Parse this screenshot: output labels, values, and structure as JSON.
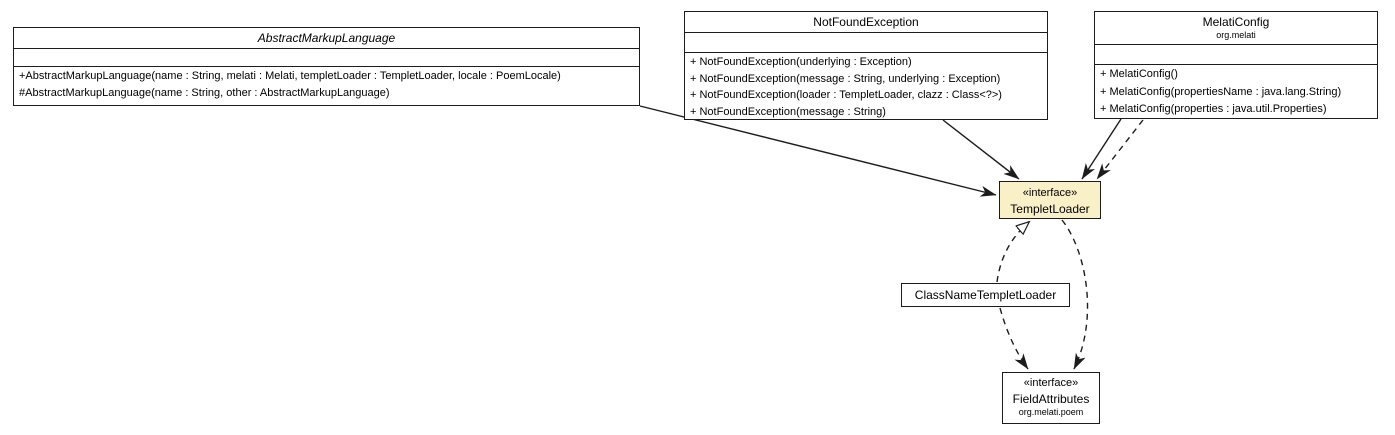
{
  "diagram": {
    "kind": "uml-class-diagram",
    "colors": {
      "background": "#ffffff",
      "box_fill": "#ffffff",
      "highlight_fill": "#faf0c8",
      "border": "#1c1c1c",
      "text": "#000000"
    },
    "classes": {
      "abstract_markup_language": {
        "name": "AbstractMarkupLanguage",
        "abstract": true,
        "methods": [
          "+AbstractMarkupLanguage(name : String, melati : Melati, templetLoader : TempletLoader, locale : PoemLocale)",
          "#AbstractMarkupLanguage(name : String, other : AbstractMarkupLanguage)"
        ]
      },
      "not_found_exception": {
        "name": "NotFoundException",
        "methods": [
          "+ NotFoundException(underlying : Exception)",
          "+ NotFoundException(message : String, underlying : Exception)",
          "+ NotFoundException(loader : TempletLoader, clazz : Class<?>)",
          "+ NotFoundException(message : String)"
        ]
      },
      "melati_config": {
        "name": "MelatiConfig",
        "package": "org.melati",
        "methods": [
          "+ MelatiConfig()",
          "+ MelatiConfig(propertiesName : java.lang.String)",
          "+ MelatiConfig(properties : java.util.Properties)"
        ]
      },
      "templet_loader": {
        "stereotype": "«interface»",
        "name": "TempletLoader",
        "highlighted": true
      },
      "class_name_templet_loader": {
        "name": "ClassNameTempletLoader"
      },
      "field_attributes": {
        "stereotype": "«interface»",
        "name": "FieldAttributes",
        "package": "org.melati.poem"
      }
    },
    "relations": [
      {
        "from": "AbstractMarkupLanguage",
        "to": "TempletLoader",
        "line": "solid",
        "arrowhead": "filled",
        "type": "association"
      },
      {
        "from": "NotFoundException",
        "to": "TempletLoader",
        "line": "solid",
        "arrowhead": "filled",
        "type": "association"
      },
      {
        "from": "MelatiConfig",
        "to": "TempletLoader",
        "line": "solid",
        "arrowhead": "filled",
        "type": "association"
      },
      {
        "from": "MelatiConfig",
        "to": "TempletLoader",
        "line": "dashed",
        "arrowhead": "filled",
        "type": "dependency"
      },
      {
        "from": "ClassNameTempletLoader",
        "to": "TempletLoader",
        "line": "dashed",
        "arrowhead": "open-triangle",
        "type": "realization"
      },
      {
        "from": "ClassNameTempletLoader",
        "to": "FieldAttributes",
        "line": "dashed",
        "arrowhead": "filled",
        "type": "dependency"
      },
      {
        "from": "TempletLoader",
        "to": "FieldAttributes",
        "line": "dashed",
        "arrowhead": "filled",
        "type": "dependency"
      }
    ]
  }
}
